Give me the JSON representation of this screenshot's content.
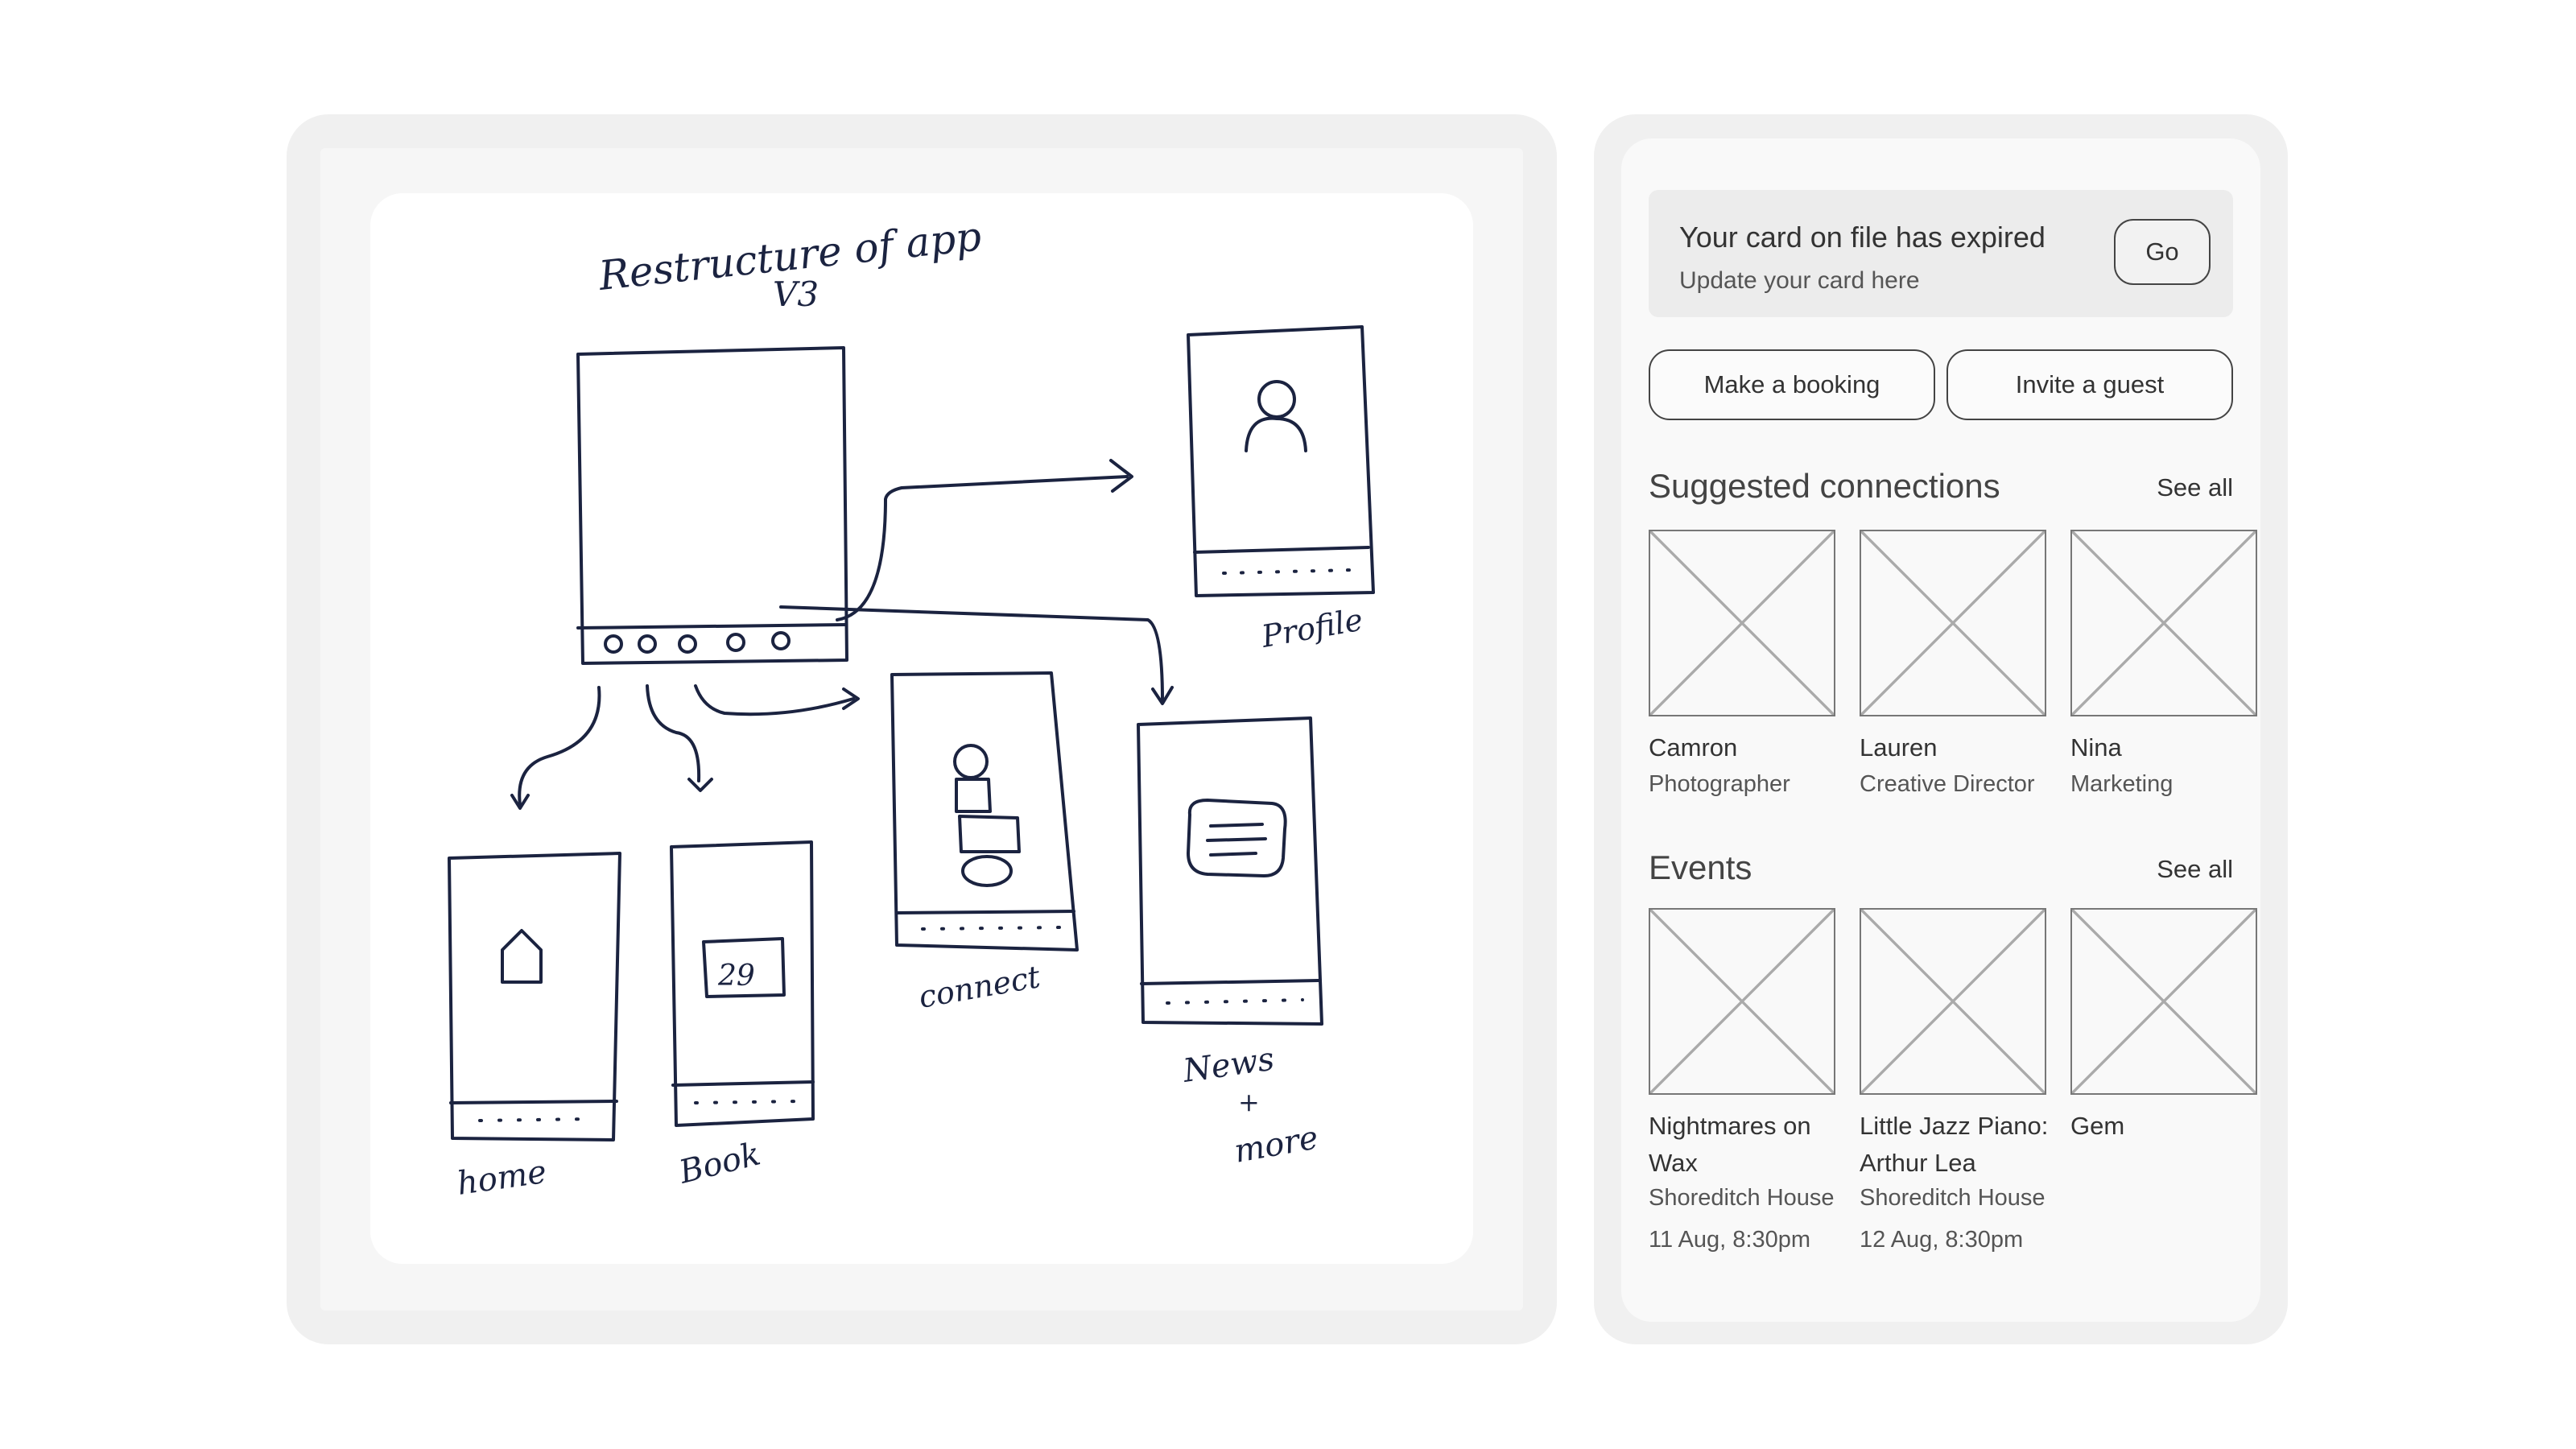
{
  "sketch": {
    "title_line1": "Restructure of app",
    "title_line2": "V3",
    "date_number": "29",
    "labels": {
      "profile": "Profile",
      "home": "home",
      "book": "Book",
      "connect": "connect",
      "news_line1": "News",
      "news_line2": "+",
      "news_line3": "more"
    }
  },
  "phone": {
    "alert": {
      "title": "Your card on file has expired",
      "subtitle": "Update your card here",
      "button": "Go"
    },
    "actions": {
      "booking": "Make a booking",
      "invite": "Invite a guest"
    },
    "connections": {
      "title": "Suggested connections",
      "see_all": "See all",
      "items": [
        {
          "name": "Camron",
          "role": "Photographer"
        },
        {
          "name": "Lauren",
          "role": "Creative Director"
        },
        {
          "name": "Nina",
          "role": "Marketing"
        }
      ]
    },
    "events": {
      "title": "Events",
      "see_all": "See all",
      "items": [
        {
          "name": "Nightmares on Wax",
          "venue": "Shoreditch House",
          "date": "11 Aug, 8:30pm"
        },
        {
          "name": "Little Jazz Piano: Arthur Lea",
          "venue": "Shoreditch House",
          "date": "12 Aug, 8:30pm"
        },
        {
          "name": "Gem",
          "venue": "",
          "date": ""
        }
      ]
    }
  }
}
